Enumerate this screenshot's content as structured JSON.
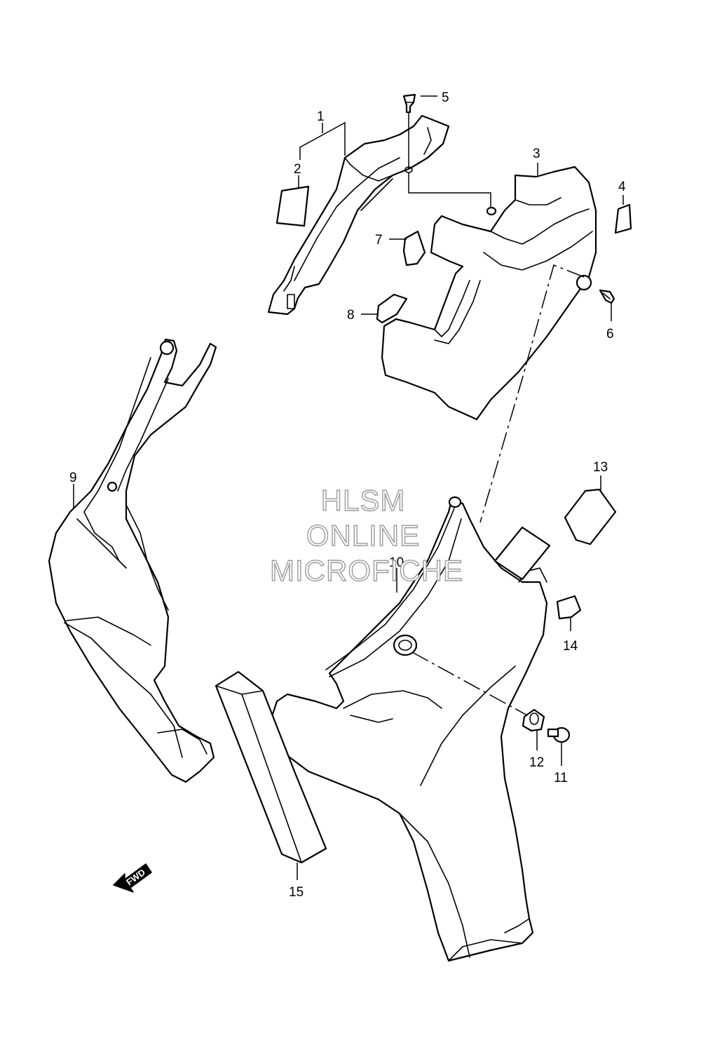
{
  "callouts": [
    "1",
    "2",
    "3",
    "4",
    "5",
    "6",
    "7",
    "8",
    "9",
    "10",
    "11",
    "12",
    "13",
    "14",
    "15"
  ],
  "watermark": {
    "line1": "HLSM",
    "line2": "ONLINE",
    "line3": "MICROFICHE"
  },
  "fwd_label": "FWD"
}
